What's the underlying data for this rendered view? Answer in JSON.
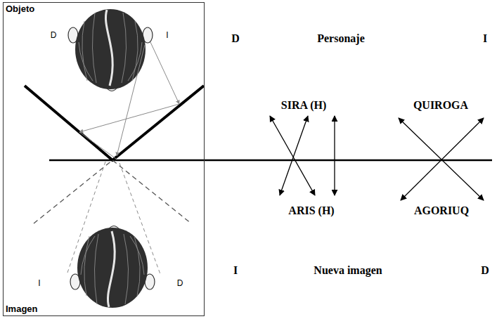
{
  "diagram": {
    "nodes": [
      {
        "text": [
          "Objeto",
          "D",
          "I",
          "I",
          "D",
          "Imagen"
        ]
      }
    ],
    "labels": [
      "D",
      "Personaje",
      "I",
      "SIRA (H)",
      "QUIROGA",
      "ARIS (H)",
      "AGORIUQ",
      "I",
      "Nueva imagen",
      "D"
    ]
  }
}
